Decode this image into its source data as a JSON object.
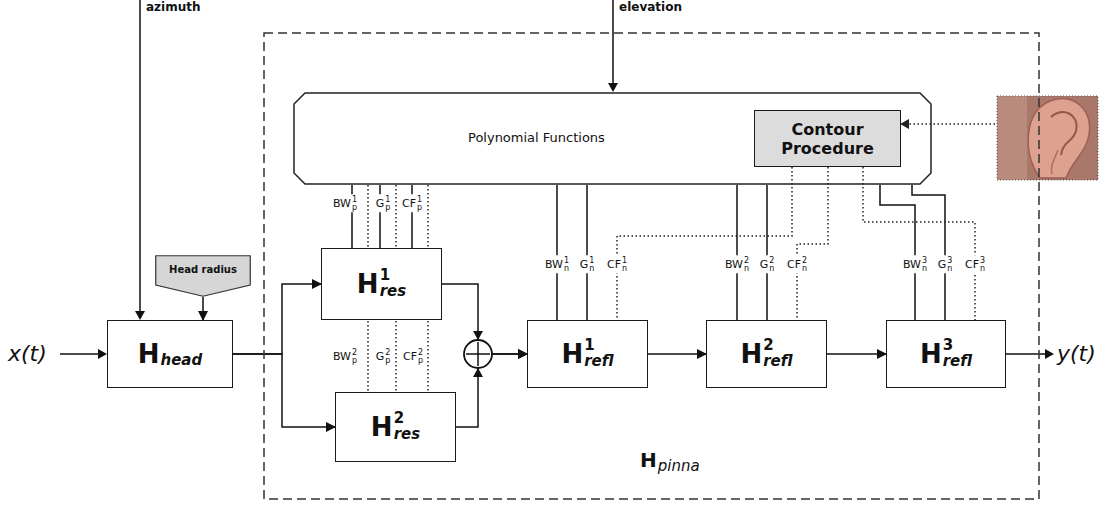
{
  "diagram": {
    "nodes": [
      {
        "text": [
          "H",
          "head"
        ]
      },
      {
        "text": [
          "Head radius"
        ]
      },
      {
        "text": [
          "H",
          "pinna"
        ]
      },
      {
        "text": [
          "Polynomial Functions"
        ],
        "in": 2
      },
      {
        "text": [
          "Contour Procedure"
        ],
        "in": 3
      },
      {
        "text": [
          "H",
          "res",
          "1"
        ],
        "in": 2
      },
      {
        "text": [
          "H",
          "res",
          "2"
        ],
        "in": 2
      },
      {
        "text": [
          "H",
          "refl",
          "1"
        ],
        "in": 2
      },
      {
        "text": [
          "H",
          "refl",
          "2"
        ],
        "in": 2
      },
      {
        "text": [
          "H",
          "refl",
          "3"
        ],
        "in": 2
      }
    ],
    "edges": [
      {
        "from": 1,
        "to": 0,
        "arrow": "to"
      },
      {
        "from": 0,
        "to": 5,
        "arrow": "to"
      },
      {
        "from": 0,
        "to": 6,
        "arrow": "to"
      },
      {
        "from": 5,
        "to": 7,
        "arrow": "to"
      },
      {
        "from": 6,
        "to": 7,
        "arrow": "to"
      },
      {
        "from": 7,
        "to": 8,
        "arrow": "to"
      },
      {
        "from": 8,
        "to": 9,
        "arrow": "to"
      },
      {
        "from": 3,
        "to": 5,
        "arrow": "none"
      },
      {
        "from": 3,
        "to": 5,
        "arrow": "none"
      },
      {
        "from": 3,
        "to": 5,
        "arrow": "none"
      },
      {
        "from": 3,
        "to": 6,
        "arrow": "none"
      },
      {
        "from": 3,
        "to": 6,
        "arrow": "none"
      },
      {
        "from": 3,
        "to": 6,
        "arrow": "none"
      },
      {
        "from": 3,
        "to": 7,
        "arrow": "none"
      },
      {
        "from": 3,
        "to": 7,
        "arrow": "none"
      },
      {
        "from": 4,
        "to": 7,
        "arrow": "none"
      },
      {
        "from": 3,
        "to": 8,
        "arrow": "none"
      },
      {
        "from": 3,
        "to": 8,
        "arrow": "none"
      },
      {
        "from": 4,
        "to": 8,
        "arrow": "none"
      },
      {
        "from": 3,
        "to": 9,
        "arrow": "none"
      },
      {
        "from": 3,
        "to": 9,
        "arrow": "none"
      },
      {
        "from": 4,
        "to": 9,
        "arrow": "none"
      }
    ],
    "labels": [
      "azimuth",
      "elevation",
      "x(t)",
      "y(t)",
      "BW",
      "1",
      "p",
      "G",
      "1",
      "p",
      "CF",
      "1",
      "p",
      "BW",
      "2",
      "p",
      "G",
      "2",
      "p",
      "CF",
      "2",
      "p",
      "BW",
      "1",
      "n",
      "G",
      "1",
      "n",
      "CF",
      "1",
      "n",
      "BW",
      "2",
      "n",
      "G",
      "2",
      "n",
      "CF",
      "2",
      "n",
      "BW",
      "3",
      "n",
      "G",
      "3",
      "n",
      "CF",
      "3",
      "n"
    ]
  }
}
